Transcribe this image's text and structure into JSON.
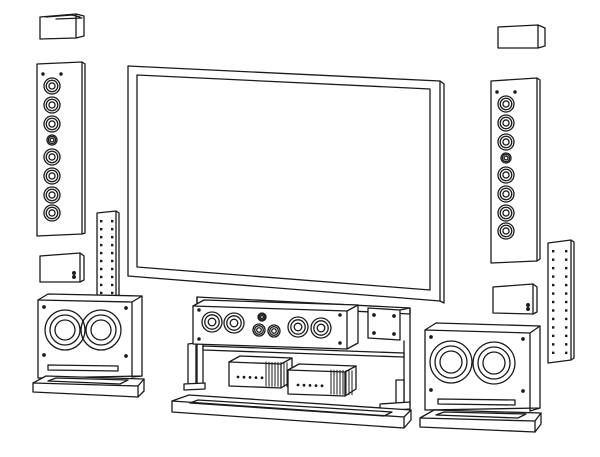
{
  "figure": {
    "components": [
      "tv-screen",
      "left-tower-speaker",
      "right-tower-speaker",
      "left-height-speaker",
      "right-height-speaker",
      "left-subwoofer",
      "right-subwoofer",
      "left-small-satellite",
      "right-small-satellite",
      "center-channel-speaker",
      "left-amplifier",
      "right-amplifier",
      "left-mounting-rail",
      "right-mounting-rail",
      "center-stand",
      "left-base-plinth",
      "right-base-plinth",
      "center-base-plinth"
    ]
  },
  "colors": {
    "line": "#1a1a1a",
    "fill": "#ffffff",
    "shade": "#d8d8d8"
  }
}
